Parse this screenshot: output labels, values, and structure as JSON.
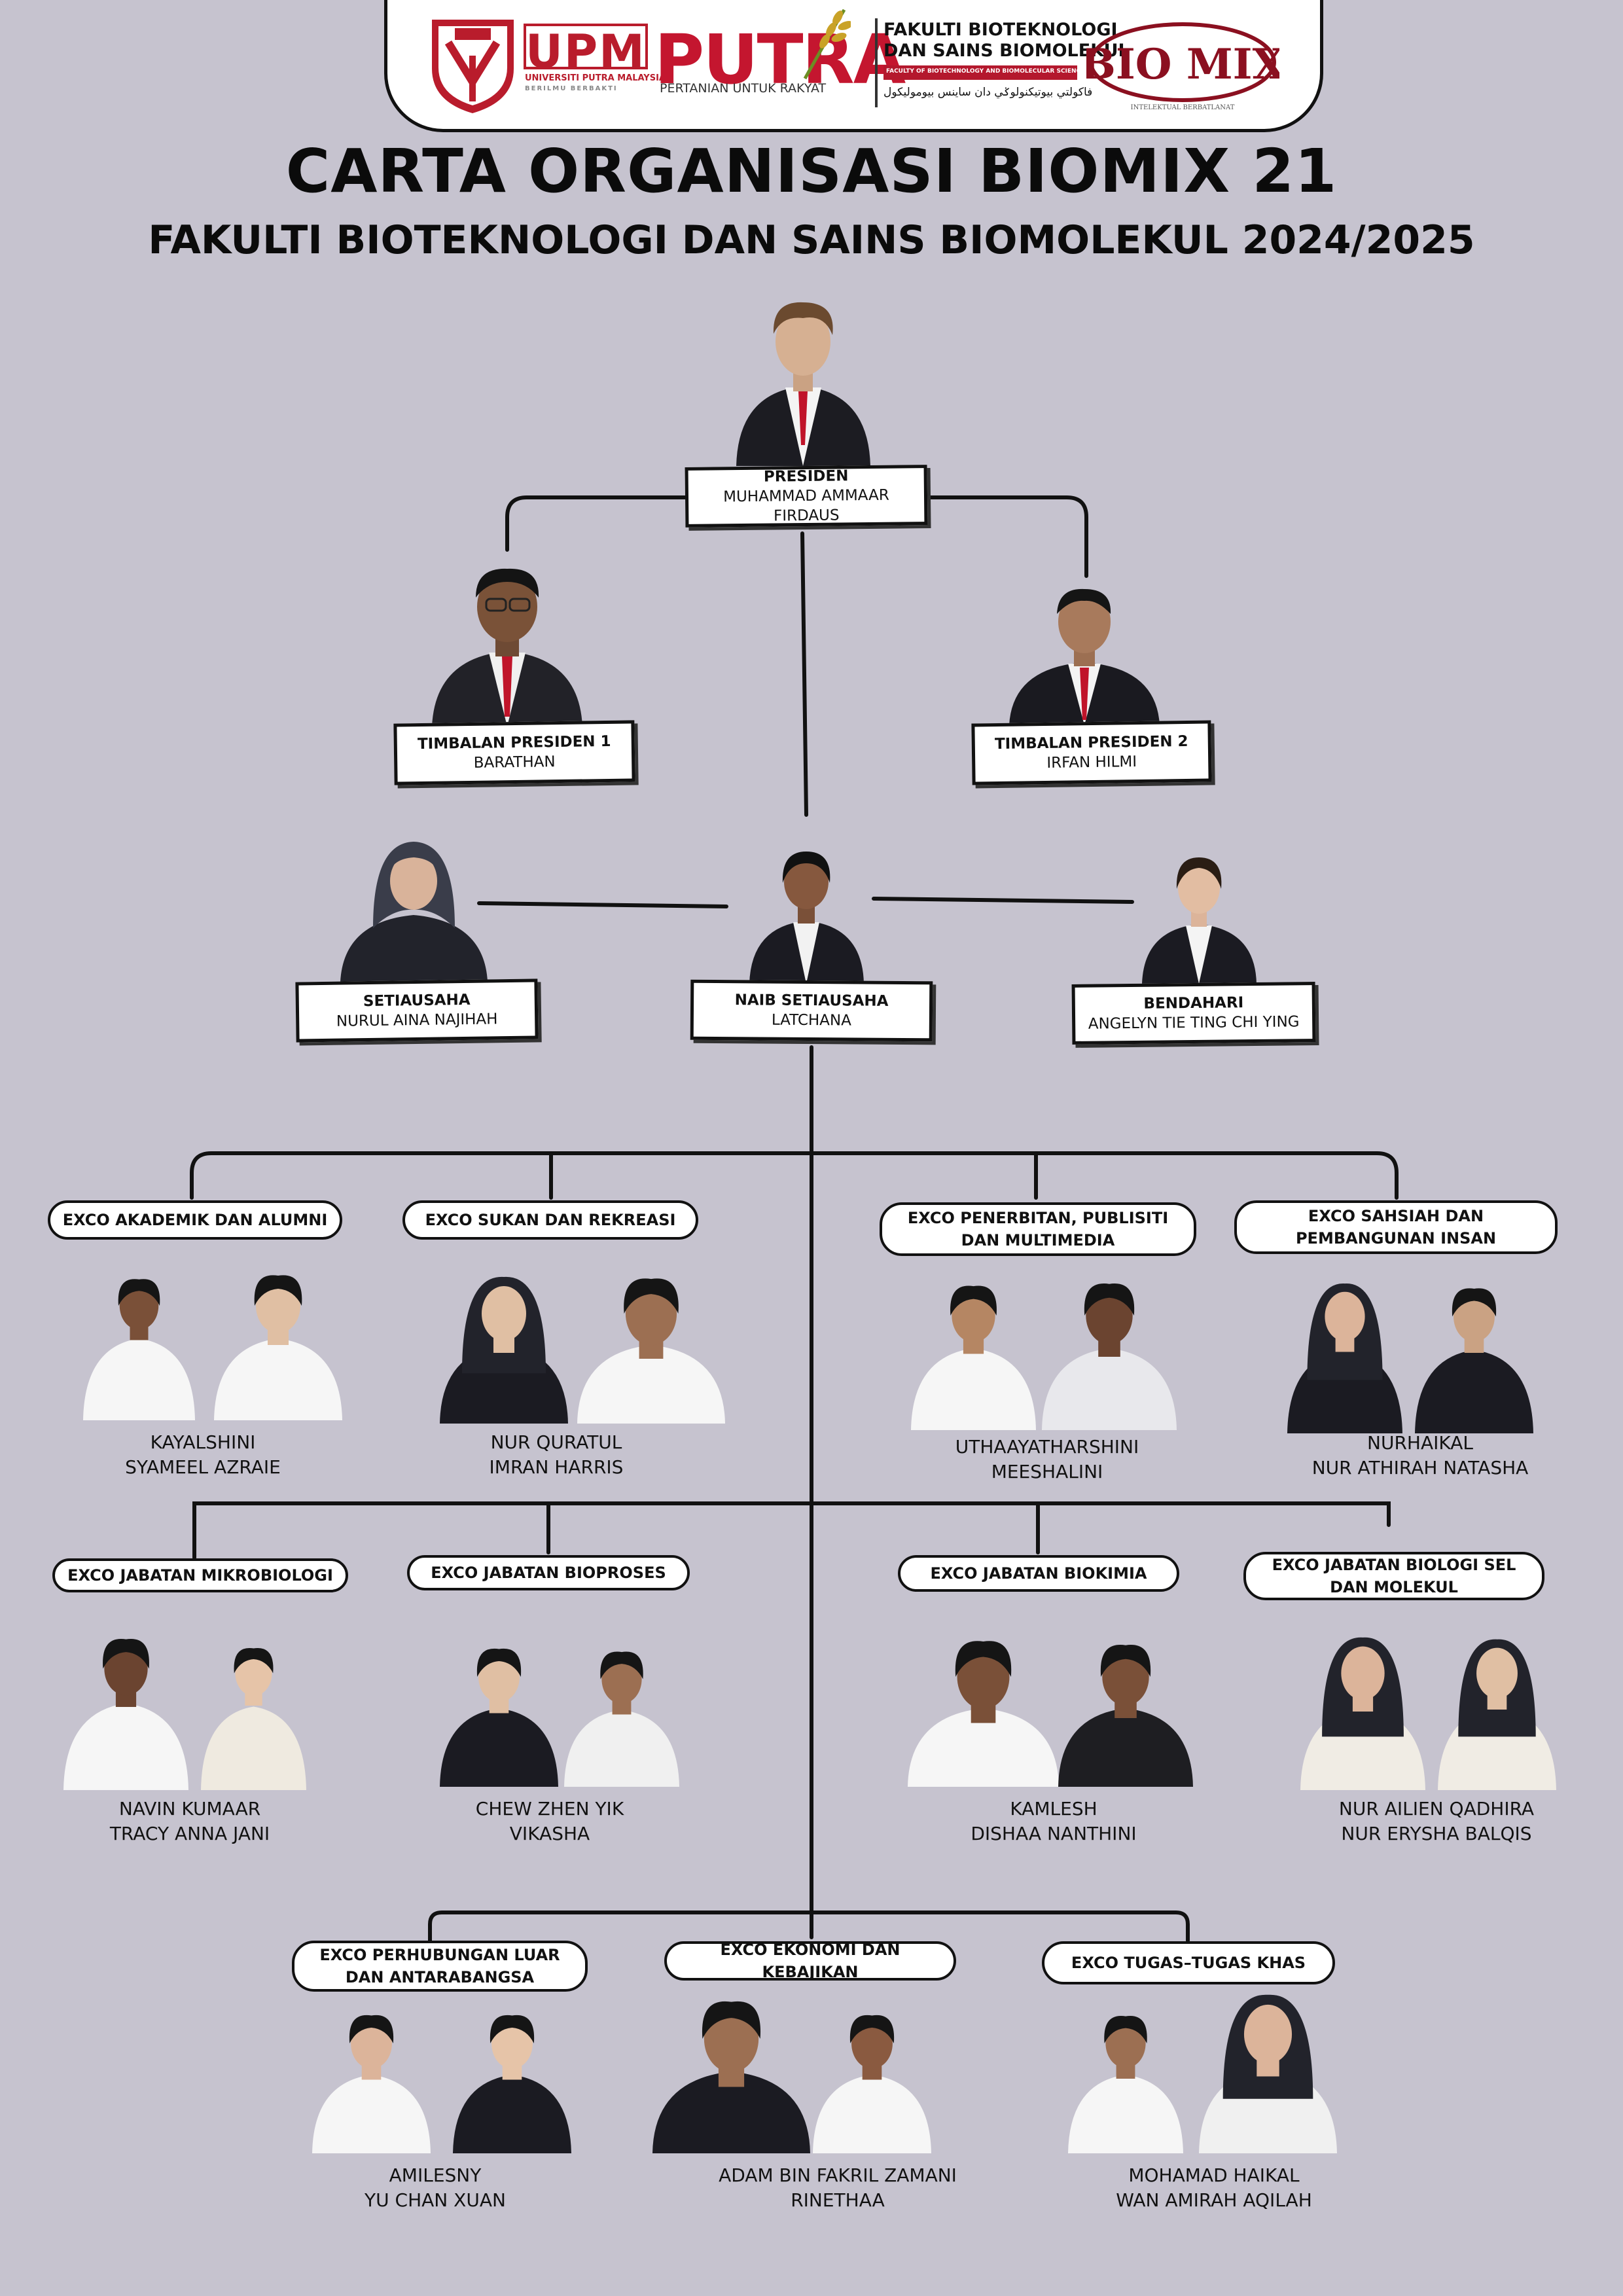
{
  "header": {
    "upm_name": "UPM",
    "upm_university": "UNIVERSITI PUTRA MALAYSIA",
    "upm_motto": "BERILMU BERBAKTI",
    "putra": "PUTRA",
    "putra_tagline": "PERTANIAN UNTUK RAKYAT",
    "faculty_line1": "FAKULTI BIOTEKNOLOGI",
    "faculty_line2": "DAN SAINS BIOMOLEKUL",
    "faculty_english": "FACULTY OF BIOTECHNOLOGY AND BIOMOLECULAR SCIENCES",
    "faculty_jawi": "فاکولتي بيوتيکنولوݢي دان ساينس بيومولیکول",
    "biomix_logo_text": "BIO MIX",
    "biomix_motto": "INTELEKTUAL BERBATLANAT"
  },
  "title": "CARTA ORGANISASI BIOMIX 21",
  "subtitle": "FAKULTI BIOTEKNOLOGI DAN SAINS BIOMOLEKUL 2024/2025",
  "leaders": {
    "presiden": {
      "role": "PRESIDEN",
      "name": "MUHAMMAD AMMAAR FIRDAUS"
    },
    "timbalan1": {
      "role": "TIMBALAN PRESIDEN 1",
      "name": "BARATHAN"
    },
    "timbalan2": {
      "role": "TIMBALAN PRESIDEN 2",
      "name": "IRFAN HILMI"
    },
    "setiausaha": {
      "role": "SETIAUSAHA",
      "name": "NURUL AINA NAJIHAH"
    },
    "naib": {
      "role": "NAIB SETIAUSAHA",
      "name": "LATCHANA"
    },
    "bendahari": {
      "role": "BENDAHARI",
      "name": "ANGELYN TIE TING CHI YING"
    }
  },
  "exco": [
    {
      "name": "EXCO AKADEMIK DAN ALUMNI",
      "members": [
        "KAYALSHINI",
        "SYAMEEL AZRAIE"
      ]
    },
    {
      "name": "EXCO SUKAN DAN REKREASI",
      "members": [
        "NUR QURATUL",
        "IMRAN HARRIS"
      ]
    },
    {
      "name": "EXCO  PENERBITAN, PUBLISITI DAN MULTIMEDIA",
      "members": [
        "UTHAAYATHARSHINI",
        "MEESHALINI"
      ]
    },
    {
      "name": "EXCO SAHSIAH DAN PEMBANGUNAN INSAN",
      "members": [
        "NURHAIKAL",
        "NUR ATHIRAH NATASHA"
      ]
    },
    {
      "name": "EXCO JABATAN MIKROBIOLOGI",
      "members": [
        "NAVIN KUMAAR",
        "TRACY ANNA JANI"
      ]
    },
    {
      "name": "EXCO JABATAN BIOPROSES",
      "members": [
        "CHEW ZHEN YIK",
        "VIKASHA"
      ]
    },
    {
      "name": "EXCO JABATAN BIOKIMIA",
      "members": [
        "KAMLESH",
        "DISHAA NANTHINI"
      ]
    },
    {
      "name": "EXCO JABATAN BIOLOGI SEL DAN MOLEKUL",
      "members": [
        "NUR AILIEN QADHIRA",
        "NUR ERYSHA BALQIS"
      ]
    },
    {
      "name": "EXCO PERHUBUNGAN LUAR DAN ANTARABANGSA",
      "members": [
        "AMILESNY",
        "YU CHAN XUAN"
      ]
    },
    {
      "name": "EXCO EKONOMI  DAN KEBAJIKAN",
      "members": [
        "ADAM BIN FAKRIL ZAMANI",
        "RINETHAA"
      ]
    },
    {
      "name": "EXCO TUGAS–TUGAS KHAS",
      "members": [
        "MOHAMAD HAIKAL",
        "WAN AMIRAH AQILAH"
      ]
    }
  ],
  "colors": {
    "background": "#c6c3cf",
    "brand_red": "#b91c2c",
    "line": "#111111"
  }
}
